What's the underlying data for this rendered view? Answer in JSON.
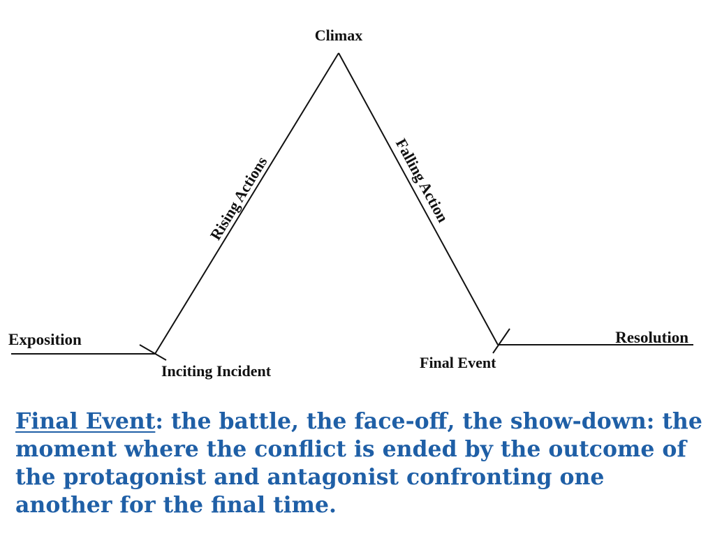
{
  "diagram": {
    "labels": {
      "climax": "Climax",
      "rising": "Rising Actions",
      "falling": "Falling Action",
      "exposition": "Exposition",
      "inciting": "Inciting Incident",
      "final_event": "Final Event",
      "resolution": "Resolution"
    }
  },
  "definition": {
    "term": "Final Event",
    "text": ": the battle, the face-off, the show-down: the moment where the conflict is ended by the outcome of the protagonist and antagonist confronting one another for the final time."
  },
  "colors": {
    "definition_text": "#1f5fa6",
    "diagram_ink": "#111111"
  }
}
